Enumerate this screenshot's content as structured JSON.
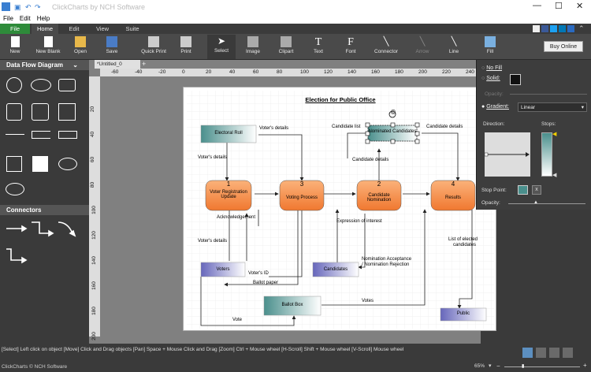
{
  "window": {
    "title": "ClickCharts by NCH Software"
  },
  "menu": [
    "File",
    "Edit",
    "Help"
  ],
  "tabs": [
    "File",
    "Home",
    "Edit",
    "View",
    "Suite"
  ],
  "ribbon": [
    "New",
    "New Blank",
    "Open",
    "Save",
    "Quick Print",
    "Print",
    "Select",
    "Image",
    "Clipart",
    "Text",
    "Font",
    "Connector",
    "Arrow",
    "Line",
    "Fill"
  ],
  "buy_online": "Buy Online",
  "left": {
    "shapes_title": "Data Flow Diagram",
    "connectors_title": "Connectors"
  },
  "doc_tab": "*Untitled_0",
  "ruler_h": [
    "-60",
    "-40",
    "-20",
    "0",
    "20",
    "40",
    "60",
    "80",
    "100",
    "120",
    "140",
    "160",
    "180",
    "200",
    "220",
    "240"
  ],
  "ruler_v": [
    "20",
    "40",
    "60",
    "80",
    "100",
    "120",
    "140",
    "160",
    "180",
    "200"
  ],
  "diagram": {
    "title": "Election for Public Office",
    "nodes": {
      "electoral_roll": "Electoral Roll",
      "nominated_candidates": "Nominated Candidates",
      "voter_reg_num": "1",
      "voter_reg": "Voter Registration Update",
      "voting_num": "3",
      "voting": "Voting Process",
      "cand_nom_num": "2",
      "cand_nom": "Candidate Nomination",
      "results_num": "4",
      "results": "Results",
      "voters": "Voters",
      "candidates": "Candidates",
      "ballot_box": "Ballot Box",
      "public": "Public",
      "copyright": "©"
    },
    "labels": {
      "voters_details_top": "Voter's details",
      "voters_details_left": "Voter's details",
      "candidate_list": "Candidate list",
      "candidate_details_right": "Candidate details",
      "candidate_details_mid": "Candidate details",
      "acknowledgement": "Acknowledgement",
      "voters_details_low": "Voter's details",
      "voters_id": "Voter's ID",
      "ballot_paper": "Ballot paper",
      "expression": "Expression of interest",
      "nom_accept": "Nomination Acceptance",
      "nom_reject": "/ Nomination Rejection",
      "list_elected": "List of elected",
      "candidates_lbl": "candidates",
      "votes": "Votes",
      "vote": "Vote"
    }
  },
  "fill_panel": {
    "no_fill": "No Fill",
    "solid": "Solid:",
    "opacity": "Opacity:",
    "gradient": "Gradient:",
    "gradient_type": "Linear",
    "direction": "Direction:",
    "stops": "Stops:",
    "stop_point": "Stop Point:",
    "opacity2": "Opacity:"
  },
  "status": {
    "hint": "[Select] Left click on object  [Move] Click and Drag objects  [Pan] Space + Mouse Click and Drag  [Zoom] Ctrl + Mouse wheel  [H-Scroll] Shift + Mouse wheel  [V-Scroll] Mouse wheel",
    "brand": "ClickCharts © NCH Software",
    "zoom": "65%"
  },
  "colors": {
    "accent_green": "#2e8b3a",
    "orange": "#f5893c",
    "teal": "#4a8f8c",
    "purple": "#7070c0"
  }
}
